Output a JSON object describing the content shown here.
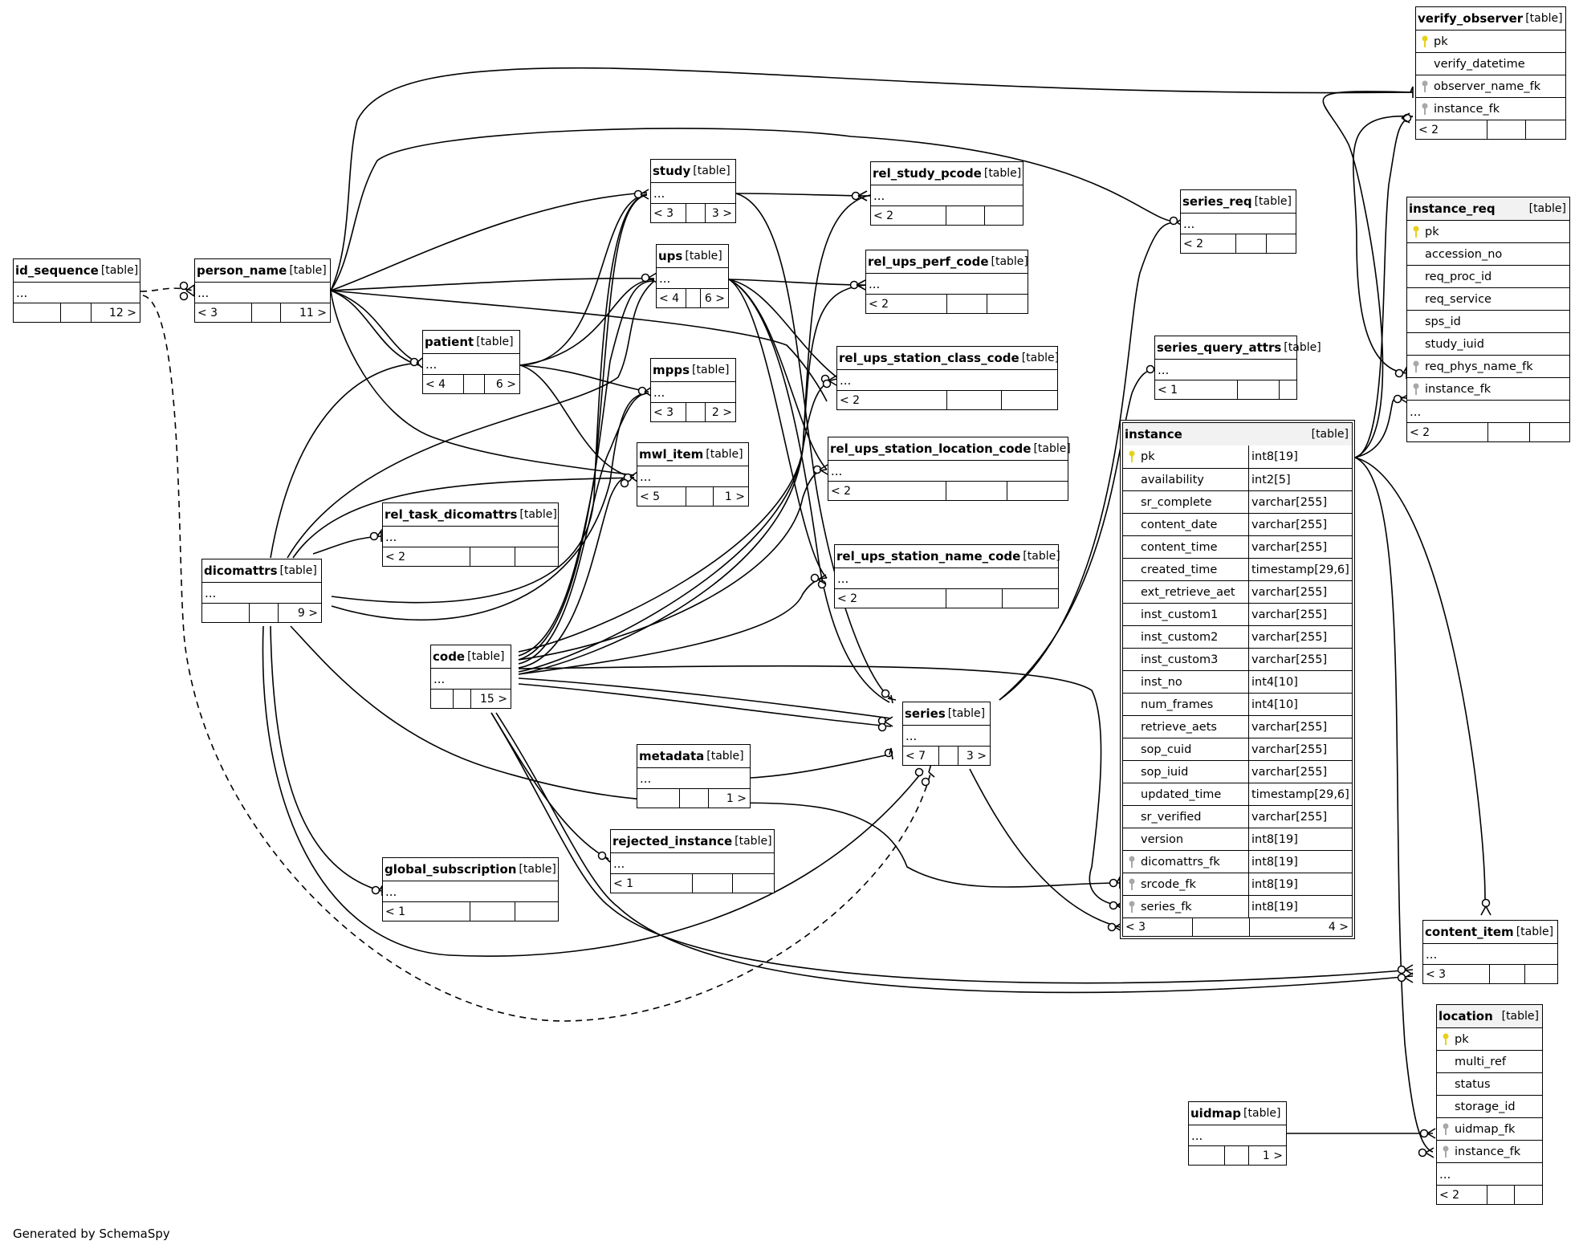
{
  "credit": "Generated by SchemaSpy",
  "tag": "[table]",
  "ellipsis": "...",
  "tables": {
    "verify_observer": {
      "name": "verify_observer",
      "columns": [
        "pk",
        "verify_datetime",
        "observer_name_fk",
        "instance_fk"
      ],
      "foot": [
        "< 2",
        "",
        ""
      ]
    },
    "instance_req": {
      "name": "instance_req",
      "columns": [
        "pk",
        "accession_no",
        "req_proc_id",
        "req_service",
        "sps_id",
        "study_iuid",
        "req_phys_name_fk",
        "instance_fk"
      ],
      "foot": [
        "< 2",
        "",
        ""
      ]
    },
    "id_sequence": {
      "name": "id_sequence",
      "foot": [
        "",
        "",
        "12 >"
      ]
    },
    "person_name": {
      "name": "person_name",
      "foot": [
        "< 3",
        "",
        "11 >"
      ]
    },
    "study": {
      "name": "study",
      "foot": [
        "< 3",
        "",
        "3 >"
      ]
    },
    "rel_study_pcode": {
      "name": "rel_study_pcode",
      "foot": [
        "< 2",
        "",
        ""
      ]
    },
    "series_req": {
      "name": "series_req",
      "foot": [
        "< 2",
        "",
        ""
      ]
    },
    "ups": {
      "name": "ups",
      "foot": [
        "< 4",
        "",
        "6 >"
      ]
    },
    "rel_ups_perf_code": {
      "name": "rel_ups_perf_code",
      "foot": [
        "< 2",
        "",
        ""
      ]
    },
    "patient": {
      "name": "patient",
      "foot": [
        "< 4",
        "",
        "6 >"
      ]
    },
    "series_query_attrs": {
      "name": "series_query_attrs",
      "foot": [
        "< 1",
        "",
        ""
      ]
    },
    "rel_ups_station_class_code": {
      "name": "rel_ups_station_class_code",
      "foot": [
        "< 2",
        "",
        ""
      ]
    },
    "mpps": {
      "name": "mpps",
      "foot": [
        "< 3",
        "",
        "2 >"
      ]
    },
    "mwl_item": {
      "name": "mwl_item",
      "foot": [
        "< 5",
        "",
        "1 >"
      ]
    },
    "rel_ups_station_location_code": {
      "name": "rel_ups_station_location_code",
      "foot": [
        "< 2",
        "",
        ""
      ]
    },
    "rel_task_dicomattrs": {
      "name": "rel_task_dicomattrs",
      "foot": [
        "< 2",
        "",
        ""
      ]
    },
    "dicomattrs": {
      "name": "dicomattrs",
      "foot": [
        "",
        "",
        "9 >"
      ]
    },
    "rel_ups_station_name_code": {
      "name": "rel_ups_station_name_code",
      "foot": [
        "< 2",
        "",
        ""
      ]
    },
    "code": {
      "name": "code",
      "foot": [
        "",
        "",
        "15 >"
      ]
    },
    "series": {
      "name": "series",
      "foot": [
        "< 7",
        "",
        "3 >"
      ]
    },
    "metadata": {
      "name": "metadata",
      "foot": [
        "",
        "",
        "1 >"
      ]
    },
    "rejected_instance": {
      "name": "rejected_instance",
      "foot": [
        "< 1",
        "",
        ""
      ]
    },
    "global_subscription": {
      "name": "global_subscription",
      "foot": [
        "< 1",
        "",
        ""
      ]
    },
    "content_item": {
      "name": "content_item",
      "foot": [
        "< 3",
        "",
        ""
      ]
    },
    "location": {
      "name": "location",
      "columns": [
        "pk",
        "multi_ref",
        "status",
        "storage_id",
        "uidmap_fk",
        "instance_fk"
      ],
      "foot": [
        "< 2",
        "",
        ""
      ]
    },
    "uidmap": {
      "name": "uidmap",
      "foot": [
        "",
        "",
        "1 >"
      ]
    },
    "instance": {
      "name": "instance",
      "columns": [
        {
          "name": "pk",
          "type": "int8[19]"
        },
        {
          "name": "availability",
          "type": "int2[5]"
        },
        {
          "name": "sr_complete",
          "type": "varchar[255]"
        },
        {
          "name": "content_date",
          "type": "varchar[255]"
        },
        {
          "name": "content_time",
          "type": "varchar[255]"
        },
        {
          "name": "created_time",
          "type": "timestamp[29,6]"
        },
        {
          "name": "ext_retrieve_aet",
          "type": "varchar[255]"
        },
        {
          "name": "inst_custom1",
          "type": "varchar[255]"
        },
        {
          "name": "inst_custom2",
          "type": "varchar[255]"
        },
        {
          "name": "inst_custom3",
          "type": "varchar[255]"
        },
        {
          "name": "inst_no",
          "type": "int4[10]"
        },
        {
          "name": "num_frames",
          "type": "int4[10]"
        },
        {
          "name": "retrieve_aets",
          "type": "varchar[255]"
        },
        {
          "name": "sop_cuid",
          "type": "varchar[255]"
        },
        {
          "name": "sop_iuid",
          "type": "varchar[255]"
        },
        {
          "name": "updated_time",
          "type": "timestamp[29,6]"
        },
        {
          "name": "sr_verified",
          "type": "varchar[255]"
        },
        {
          "name": "version",
          "type": "int8[19]"
        },
        {
          "name": "dicomattrs_fk",
          "type": "int8[19]"
        },
        {
          "name": "srcode_fk",
          "type": "int8[19]"
        },
        {
          "name": "series_fk",
          "type": "int8[19]"
        }
      ],
      "foot": [
        "< 3",
        "",
        "4 >"
      ]
    }
  },
  "colors": {
    "primary_key": "#e6d21a",
    "foreign_key": "#a8a8a8",
    "line": "#000000"
  }
}
